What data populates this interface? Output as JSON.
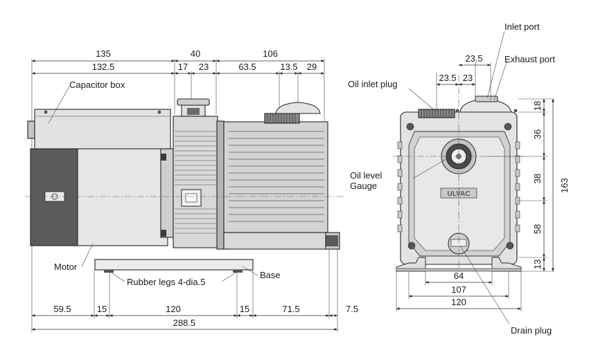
{
  "labels": {
    "capacitor_box": "Capacitor box",
    "motor": "Motor",
    "base": "Base",
    "rubber_legs": "Rubber legs 4-dia.5",
    "inlet_port": "Inlet port",
    "exhaust_port": "Exhaust port",
    "oil_inlet_plug": "Oil inlet plug",
    "oil_level_line1": "Oil level",
    "oil_level_line2": "Gauge",
    "drain_plug": "Drain plug",
    "brand": "ULVAC"
  },
  "side_view": {
    "top_dims": [
      "135",
      "40",
      "106"
    ],
    "second_dims": [
      "132.5",
      "17",
      "23",
      "63.5",
      "13.5",
      "29"
    ],
    "bottom_dims": [
      "59.5",
      "15",
      "120",
      "15",
      "71.5",
      "7.5"
    ],
    "total": "288.5"
  },
  "front_view": {
    "top_dims": [
      "23.5",
      "23.5",
      "23"
    ],
    "right_dims": [
      "18",
      "36",
      "38",
      "58",
      "13"
    ],
    "overall_height": "163",
    "bottom_dims": [
      "64",
      "107",
      "120"
    ]
  }
}
